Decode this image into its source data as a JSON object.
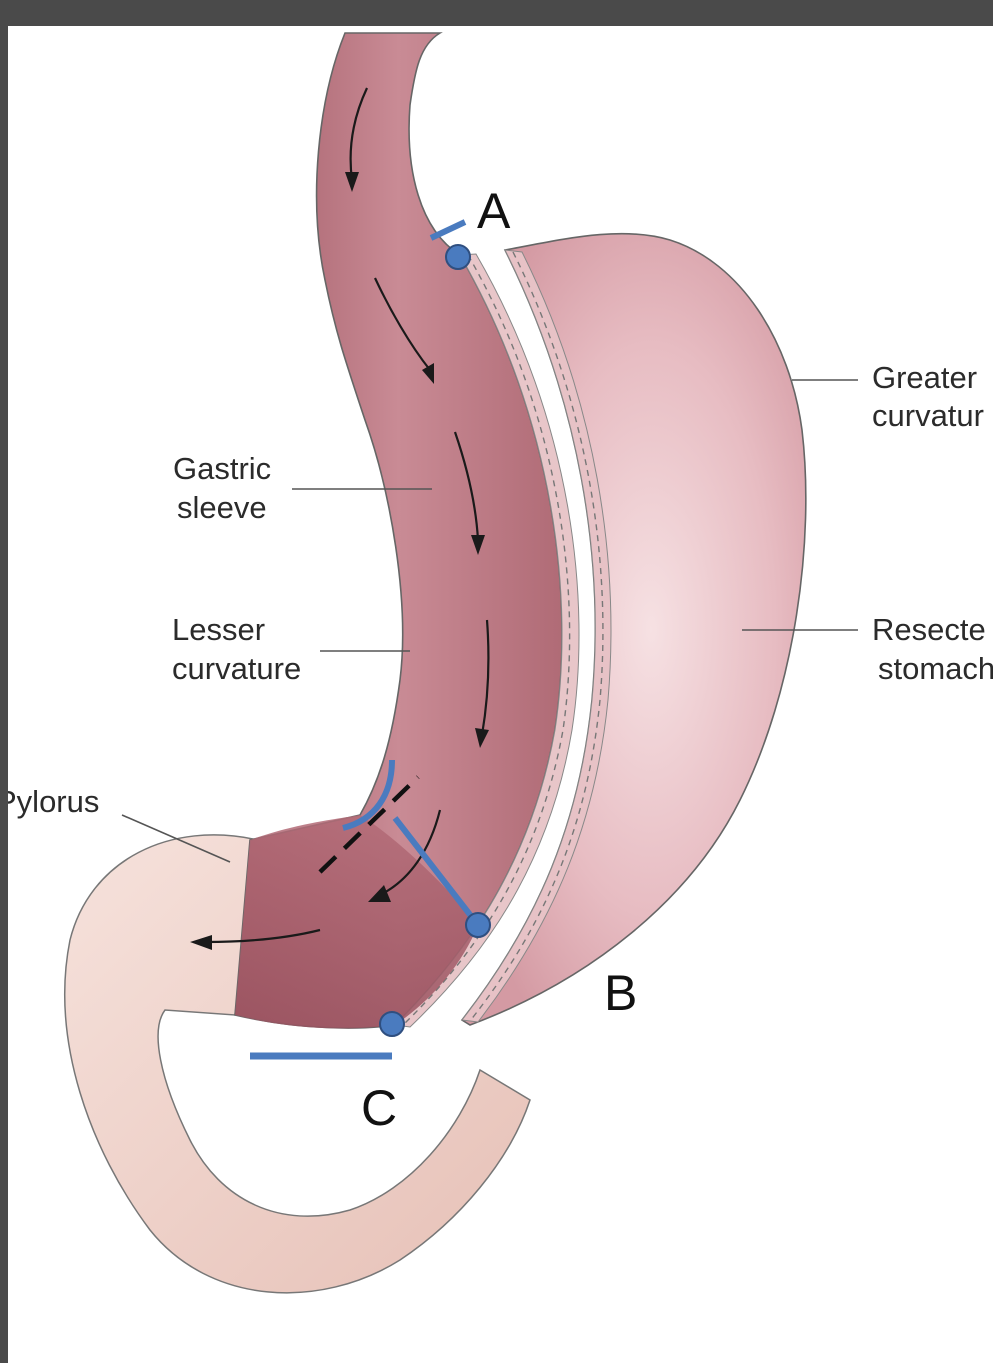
{
  "labels": {
    "greater_curvature": [
      "Greater",
      "curvatur"
    ],
    "gastric_sleeve": [
      "Gastric",
      "sleeve"
    ],
    "lesser_curvature": [
      "Lesser",
      "curvature"
    ],
    "resected_stomach": [
      "Resecte",
      "stomach"
    ],
    "pylorus": "Pylorus"
  },
  "points": {
    "a": "A",
    "b": "B",
    "c": "C"
  },
  "colors": {
    "sleeve": "#b8747f",
    "antrum": "#a35c67",
    "resected": "#ecc6cb",
    "duodenum": "#f1d5cf",
    "staple_line": "#4a7bbf",
    "background": "#4a4a4a"
  }
}
